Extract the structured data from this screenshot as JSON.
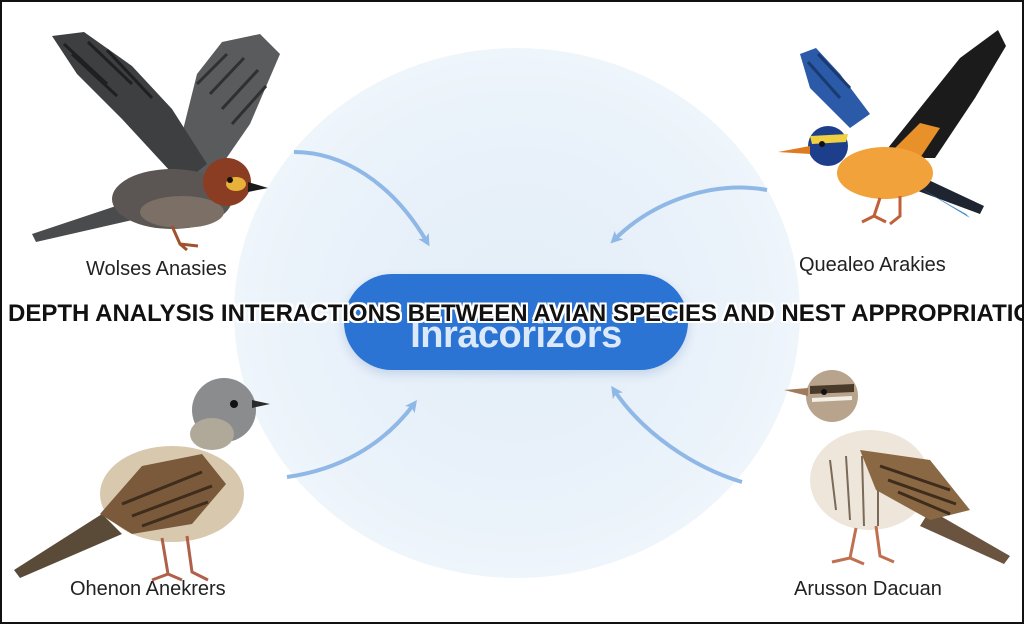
{
  "banner": "DEPTH ANALYSIS INTERACTIONS BETWEEN AVIAN SPECIES AND NEST APPROPRIATION",
  "center_label": "Inracorizors",
  "birds": [
    {
      "label": "Wolses Anasies",
      "position": "top-left"
    },
    {
      "label": "Quealeo Arakies",
      "position": "top-right"
    },
    {
      "label": "Ohenon Anekrers",
      "position": "bottom-left"
    },
    {
      "label": "Arusson Dacuan",
      "position": "bottom-right"
    }
  ],
  "colors": {
    "pill": "#2b74d4",
    "arrow": "#8fb8e6",
    "glow": "#e6f0f9"
  }
}
